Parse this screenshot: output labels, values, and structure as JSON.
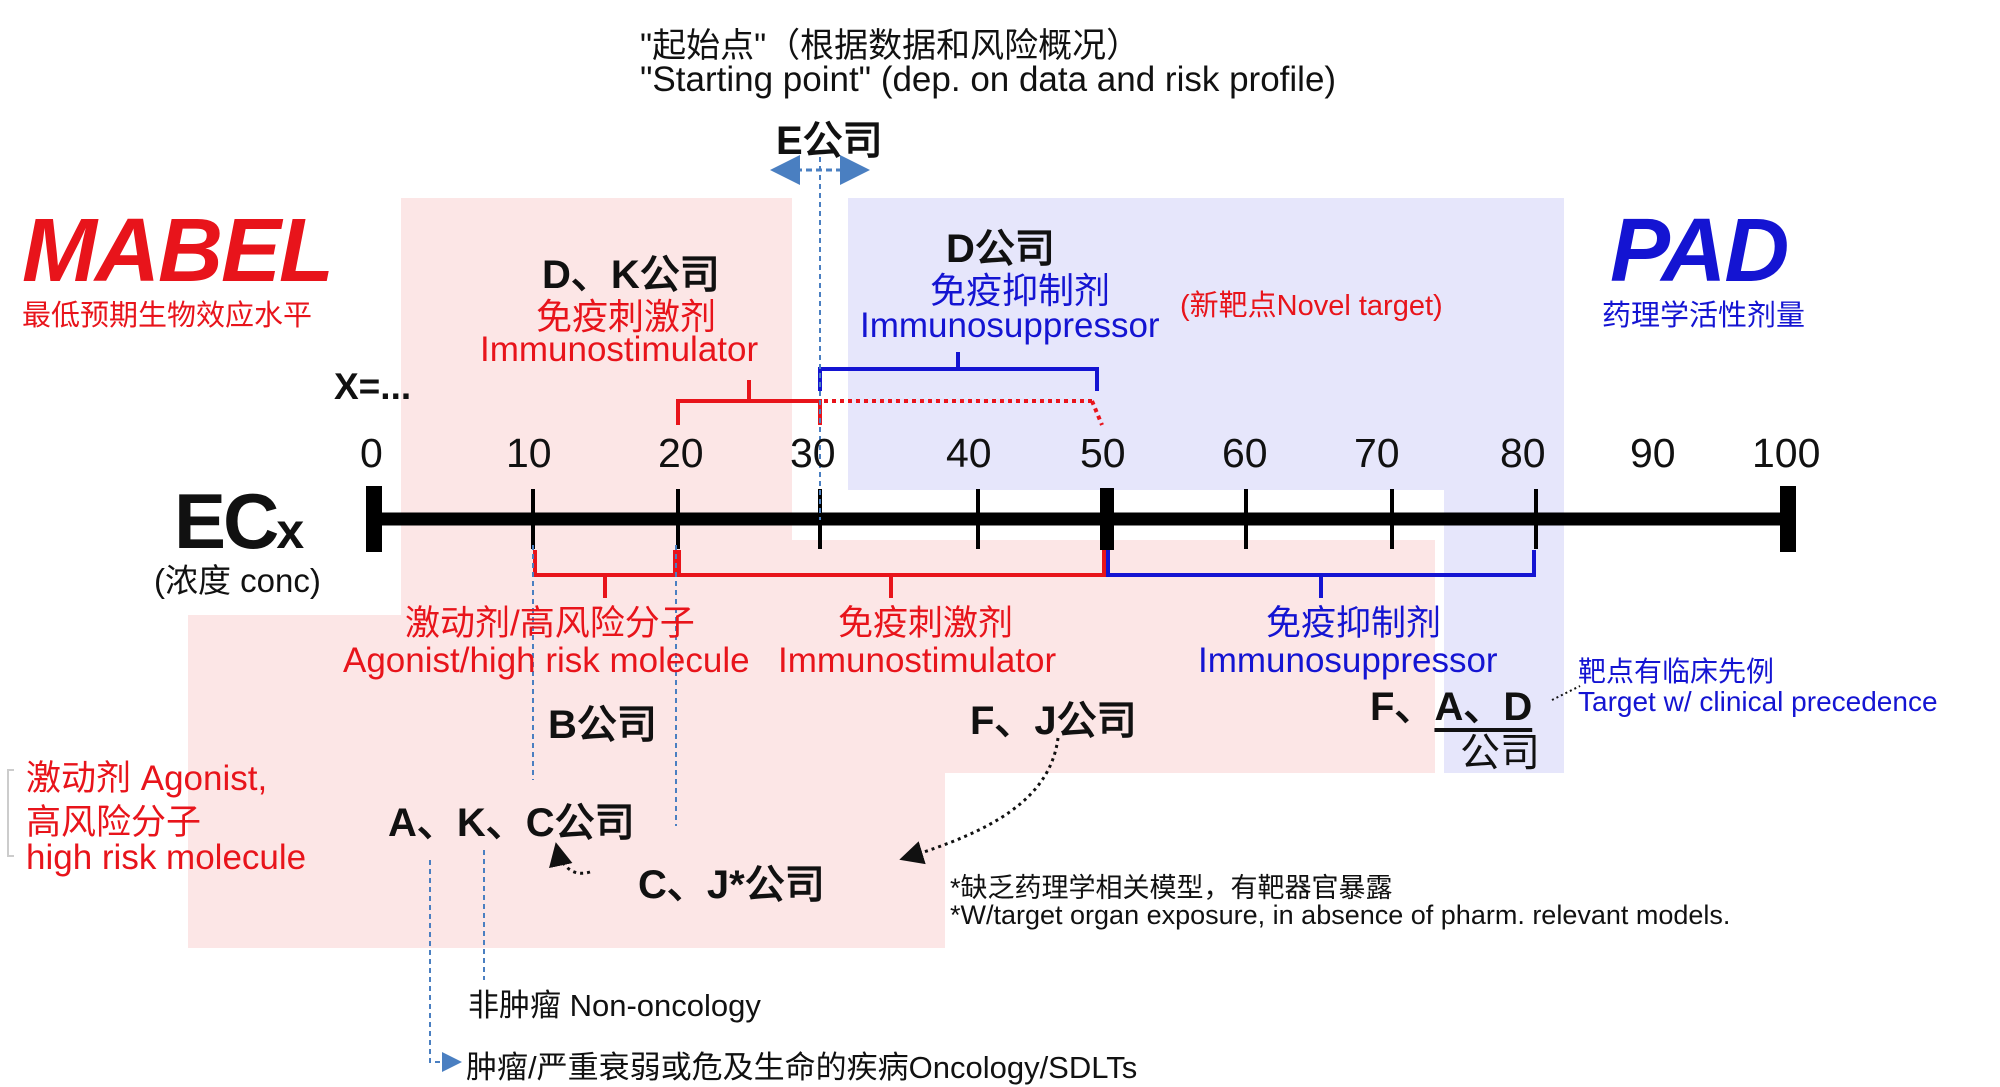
{
  "starting_point": {
    "zh": "\"起始点\"（根据数据和风险概况）",
    "en": "\"Starting point\" (dep. on data and risk profile)",
    "company": "E公司"
  },
  "mabel": {
    "title": "MABEL",
    "subtitle": "最低预期生物效应水平"
  },
  "pad": {
    "title": "PAD",
    "subtitle": "药理学活性剂量"
  },
  "axis": {
    "x_label": "X=...",
    "ec_main": "EC",
    "ec_sub": "x",
    "conc_label": "(浓度 conc)",
    "ticks": [
      "0",
      "10",
      "20",
      "30",
      "40",
      "50",
      "60",
      "70",
      "80",
      "90",
      "100"
    ]
  },
  "upper": {
    "dk_company": "D、K公司",
    "dk_zh": "免疫刺激剂",
    "dk_en": "Immunostimulator",
    "d_company": "D公司",
    "d_zh": "免疫抑制剂",
    "d_en": "Immunosuppressor",
    "novel_target": "(新靶点Novel  target)"
  },
  "lower": {
    "agonist_zh": "激动剂/高风险分子",
    "agonist_en": "Agonist/high risk molecule",
    "immunostim_zh": "免疫刺激剂",
    "immunostim_en": "Immunostimulator",
    "immunosup_zh": "免疫抑制剂",
    "immunosup_en": "Immunosuppressor",
    "b_company": "B公司",
    "fj_company": "F、J公司",
    "fad_company_line1_prefix": "F、",
    "fad_company_line1_under": "A、D",
    "fad_company_line2": "公司",
    "clinical_zh": "靶点有临床先例",
    "clinical_en": "Target w/ clinical precedence",
    "left_agonist_zh": "激动剂 Agonist,",
    "left_high_zh": "高风险分子",
    "left_high_en": "high risk molecule",
    "akc_company": "A、K、C公司",
    "cj_company": "C、J*公司",
    "footnote_zh": "*缺乏药理学相关模型，有靶器官暴露",
    "footnote_en": "*W/target organ exposure, in absence of pharm. relevant models.",
    "non_oncology": "非肿瘤 Non-oncology",
    "oncology": "肿瘤/严重衰弱或危及生命的疾病Oncology/SDLTs"
  },
  "colors": {
    "red": "#e8141b",
    "blue": "#1414d2",
    "pink_bg": "#fce6e6",
    "lavender_bg": "#e6e6fb",
    "dashed_blue": "#4a7fc1"
  }
}
